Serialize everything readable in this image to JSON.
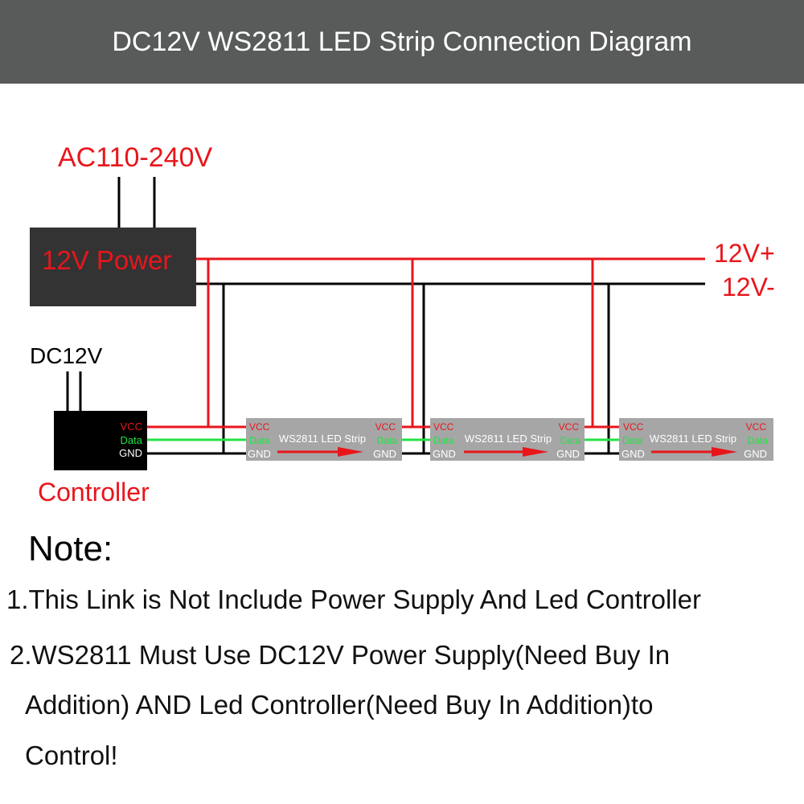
{
  "header": {
    "title": "DC12V WS2811 LED Strip Connection Diagram"
  },
  "colors": {
    "header_bg": "#595b5a",
    "red": "#e8161b",
    "green": "#22e244",
    "black": "#000000",
    "power_box": "#333333",
    "strip_box": "#a6a6a6"
  },
  "diagram": {
    "ac_label": "AC110-240V",
    "power_label": "12V Power",
    "rail_plus_label": "12V+",
    "rail_minus_label": "12V-",
    "dc_label": "DC12V",
    "controller_label": "Controller",
    "controller_pins": {
      "vcc": "VCC",
      "data": "Data",
      "gnd": "GND"
    },
    "strips": [
      {
        "name": "WS2811 LED Strip",
        "vcc_in": "VCC",
        "data_in": "Data",
        "gnd_in": "GND",
        "vcc_out": "VCC",
        "data_out": "Data",
        "gnd_out": "GND"
      },
      {
        "name": "WS2811 LED Strip",
        "vcc_in": "VCC",
        "data_in": "Data",
        "gnd_in": "GND",
        "vcc_out": "VCC",
        "data_out": "Data",
        "gnd_out": "GND"
      },
      {
        "name": "WS2811 LED Strip",
        "vcc_in": "VCC",
        "data_in": "Data",
        "gnd_in": "GND",
        "vcc_out": "VCC",
        "data_out": "Data",
        "gnd_out": "GND"
      }
    ]
  },
  "notes": {
    "heading": "Note:",
    "item1": "1.This Link is Not Include Power Supply And Led Controller",
    "item2_line1": "2.WS2811 Must Use DC12V Power Supply(Need Buy In",
    "item2_line2": "Addition) AND Led Controller(Need Buy In Addition)to",
    "item2_line3": "Control!"
  }
}
